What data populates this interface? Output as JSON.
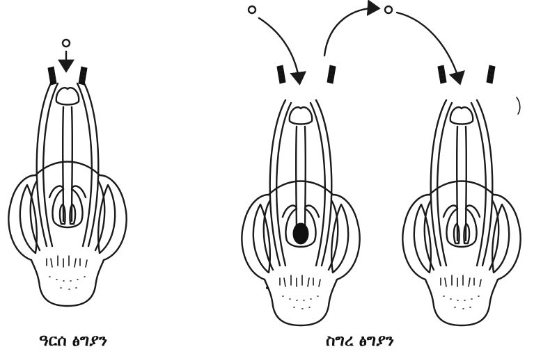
{
  "labels": {
    "self_pollination": "ዓርሰ ፅግያን",
    "cross_pollination": "ስግረ ፅግያን"
  },
  "colors": {
    "ink": "#1a1a1a",
    "background": "#ffffff"
  },
  "figures": [
    {
      "id": "self-pollination-flower",
      "ovules_fertilized": false
    },
    {
      "id": "cross-pollination-flower-source",
      "ovules_fertilized": true
    },
    {
      "id": "cross-pollination-flower-target",
      "ovules_fertilized": false
    }
  ]
}
